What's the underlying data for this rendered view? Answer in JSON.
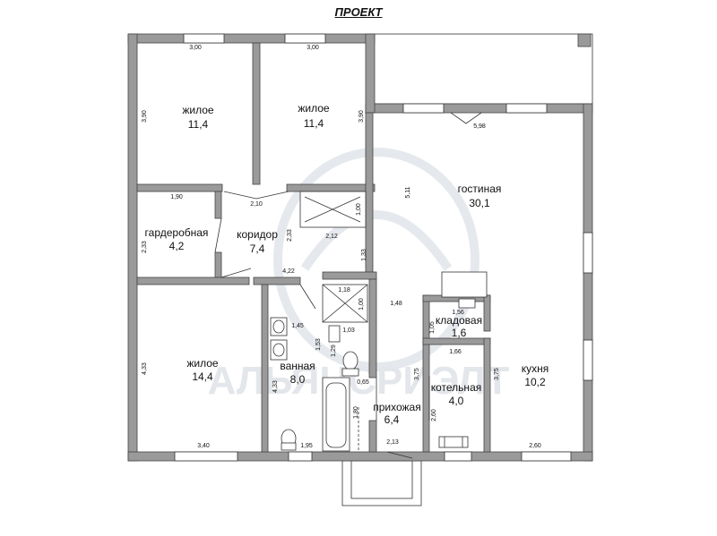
{
  "title": "ПРОЕКТ",
  "rooms": [
    {
      "label": "жилое",
      "area": "11,4"
    },
    {
      "label": "жилое",
      "area": "11,4"
    },
    {
      "label": "гостиная",
      "area": "30,1"
    },
    {
      "label": "гардеробная",
      "area": "4,2"
    },
    {
      "label": "коридор",
      "area": "7,4"
    },
    {
      "label": "жилое",
      "area": "14,4"
    },
    {
      "label": "ванная",
      "area": "8,0"
    },
    {
      "label": "прихожая",
      "area": "6,4"
    },
    {
      "label": "кладовая",
      "area": "1,6"
    },
    {
      "label": "котельная",
      "area": "4,0"
    },
    {
      "label": "кухня",
      "area": "10,2"
    }
  ],
  "dimensions": [
    "3,00",
    "3,00",
    "3,90",
    "3,90",
    "5,98",
    "5,11",
    "1,90",
    "2,10",
    "2,33",
    "1,00",
    "2,12",
    "2,33",
    "1,33",
    "4,22",
    "1,18",
    "1,00",
    "1,48",
    "1,56",
    "1,05",
    "1,66",
    "1,45",
    "1,03",
    "1,53",
    "1,29",
    "4,33",
    "4,33",
    "3,75",
    "3,75",
    "0,65",
    "1,80",
    "2,60",
    "3,40",
    "1,95",
    "2,13",
    "2,60"
  ],
  "watermark": "АЛЬЯНСРИЭЛТ"
}
